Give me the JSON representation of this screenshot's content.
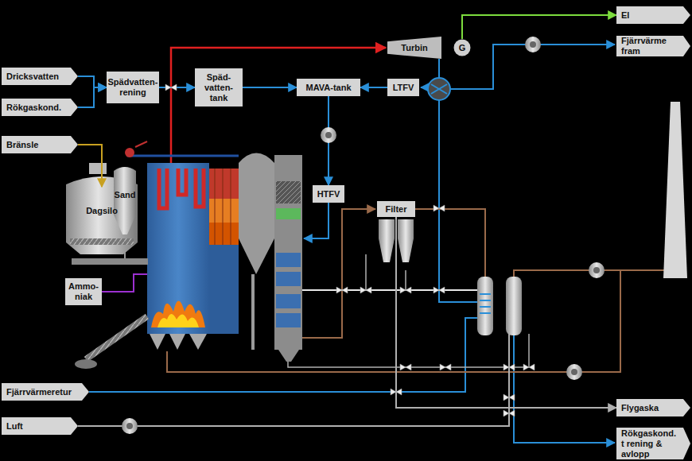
{
  "diagram": {
    "nodes": [
      {
        "text": [
          "Dricksvatten"
        ]
      },
      {
        "text": [
          "Rökgaskond."
        ]
      },
      {
        "text": [
          "Spädvatten- rening"
        ]
      },
      {
        "text": [
          "Späd- vatten- tank"
        ]
      },
      {
        "text": [
          "MAVA-tank"
        ]
      },
      {
        "text": [
          "LTFV"
        ]
      },
      {
        "text": [
          "Turbin"
        ]
      },
      {
        "text": [
          "G"
        ]
      },
      {
        "text": [
          "El"
        ]
      },
      {
        "text": [
          "Fjärrvärme fram"
        ]
      },
      {
        "text": [
          "Bränsle"
        ]
      },
      {
        "text": [
          "HTFV"
        ]
      },
      {
        "text": [
          "Dagsilo"
        ]
      },
      {
        "text": [
          "Sand"
        ]
      },
      {
        "text": [
          "Filter"
        ]
      },
      {
        "text": [
          "Ammo- niak"
        ]
      },
      {
        "text": [
          "Fjärrvärmeretur"
        ]
      },
      {
        "text": [
          "Flygaska"
        ]
      },
      {
        "text": [
          "Luft"
        ]
      },
      {
        "text": [
          "Rökgaskond. t rening & avlopp"
        ]
      }
    ],
    "edges": [
      {
        "from": 0,
        "to": 2,
        "arrow": "to"
      },
      {
        "from": 1,
        "to": 2,
        "arrow": "to"
      },
      {
        "from": 2,
        "to": 3,
        "arrow": "to"
      },
      {
        "from": 3,
        "to": 4,
        "arrow": "to"
      },
      {
        "from": 5,
        "to": 4,
        "arrow": "to"
      },
      {
        "from": 4,
        "to": 11,
        "arrow": "to"
      },
      {
        "from": 10,
        "to": 12,
        "arrow": "to"
      },
      {
        "from": 7,
        "to": 8,
        "arrow": "to"
      },
      {
        "from": 14,
        "to": 17,
        "arrow": "to"
      }
    ]
  }
}
